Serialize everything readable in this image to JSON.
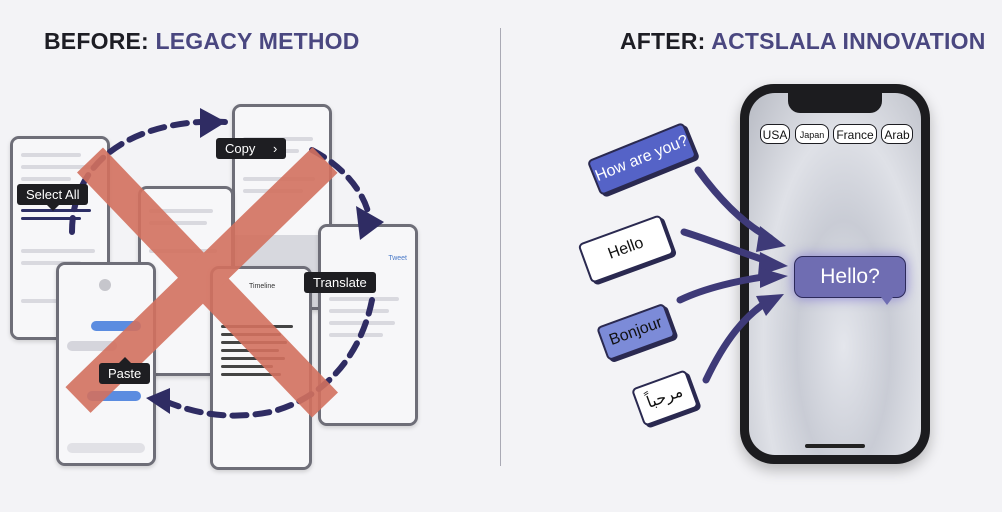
{
  "headings": {
    "before_prefix": "BEFORE:",
    "before_highlight": "LEGACY METHOD",
    "after_prefix": "AFTER:",
    "after_highlight": "ACTSLALA INNOVATION"
  },
  "legacy": {
    "select_all": "Select All",
    "copy": "Copy",
    "translate": "Translate",
    "paste": "Paste",
    "timeline_label": "Timeline",
    "tweet_label": "Tweet",
    "brand_colors": {
      "cross": "#d3715f",
      "arrows": "#2f2c63"
    }
  },
  "innovation": {
    "languages": [
      "USA",
      "Japan",
      "France",
      "Arab"
    ],
    "result": "Hello?",
    "bubbles": [
      "How are you?",
      "Hello",
      "Bonjour",
      "مرحباً"
    ],
    "accent": "#5563c7"
  }
}
